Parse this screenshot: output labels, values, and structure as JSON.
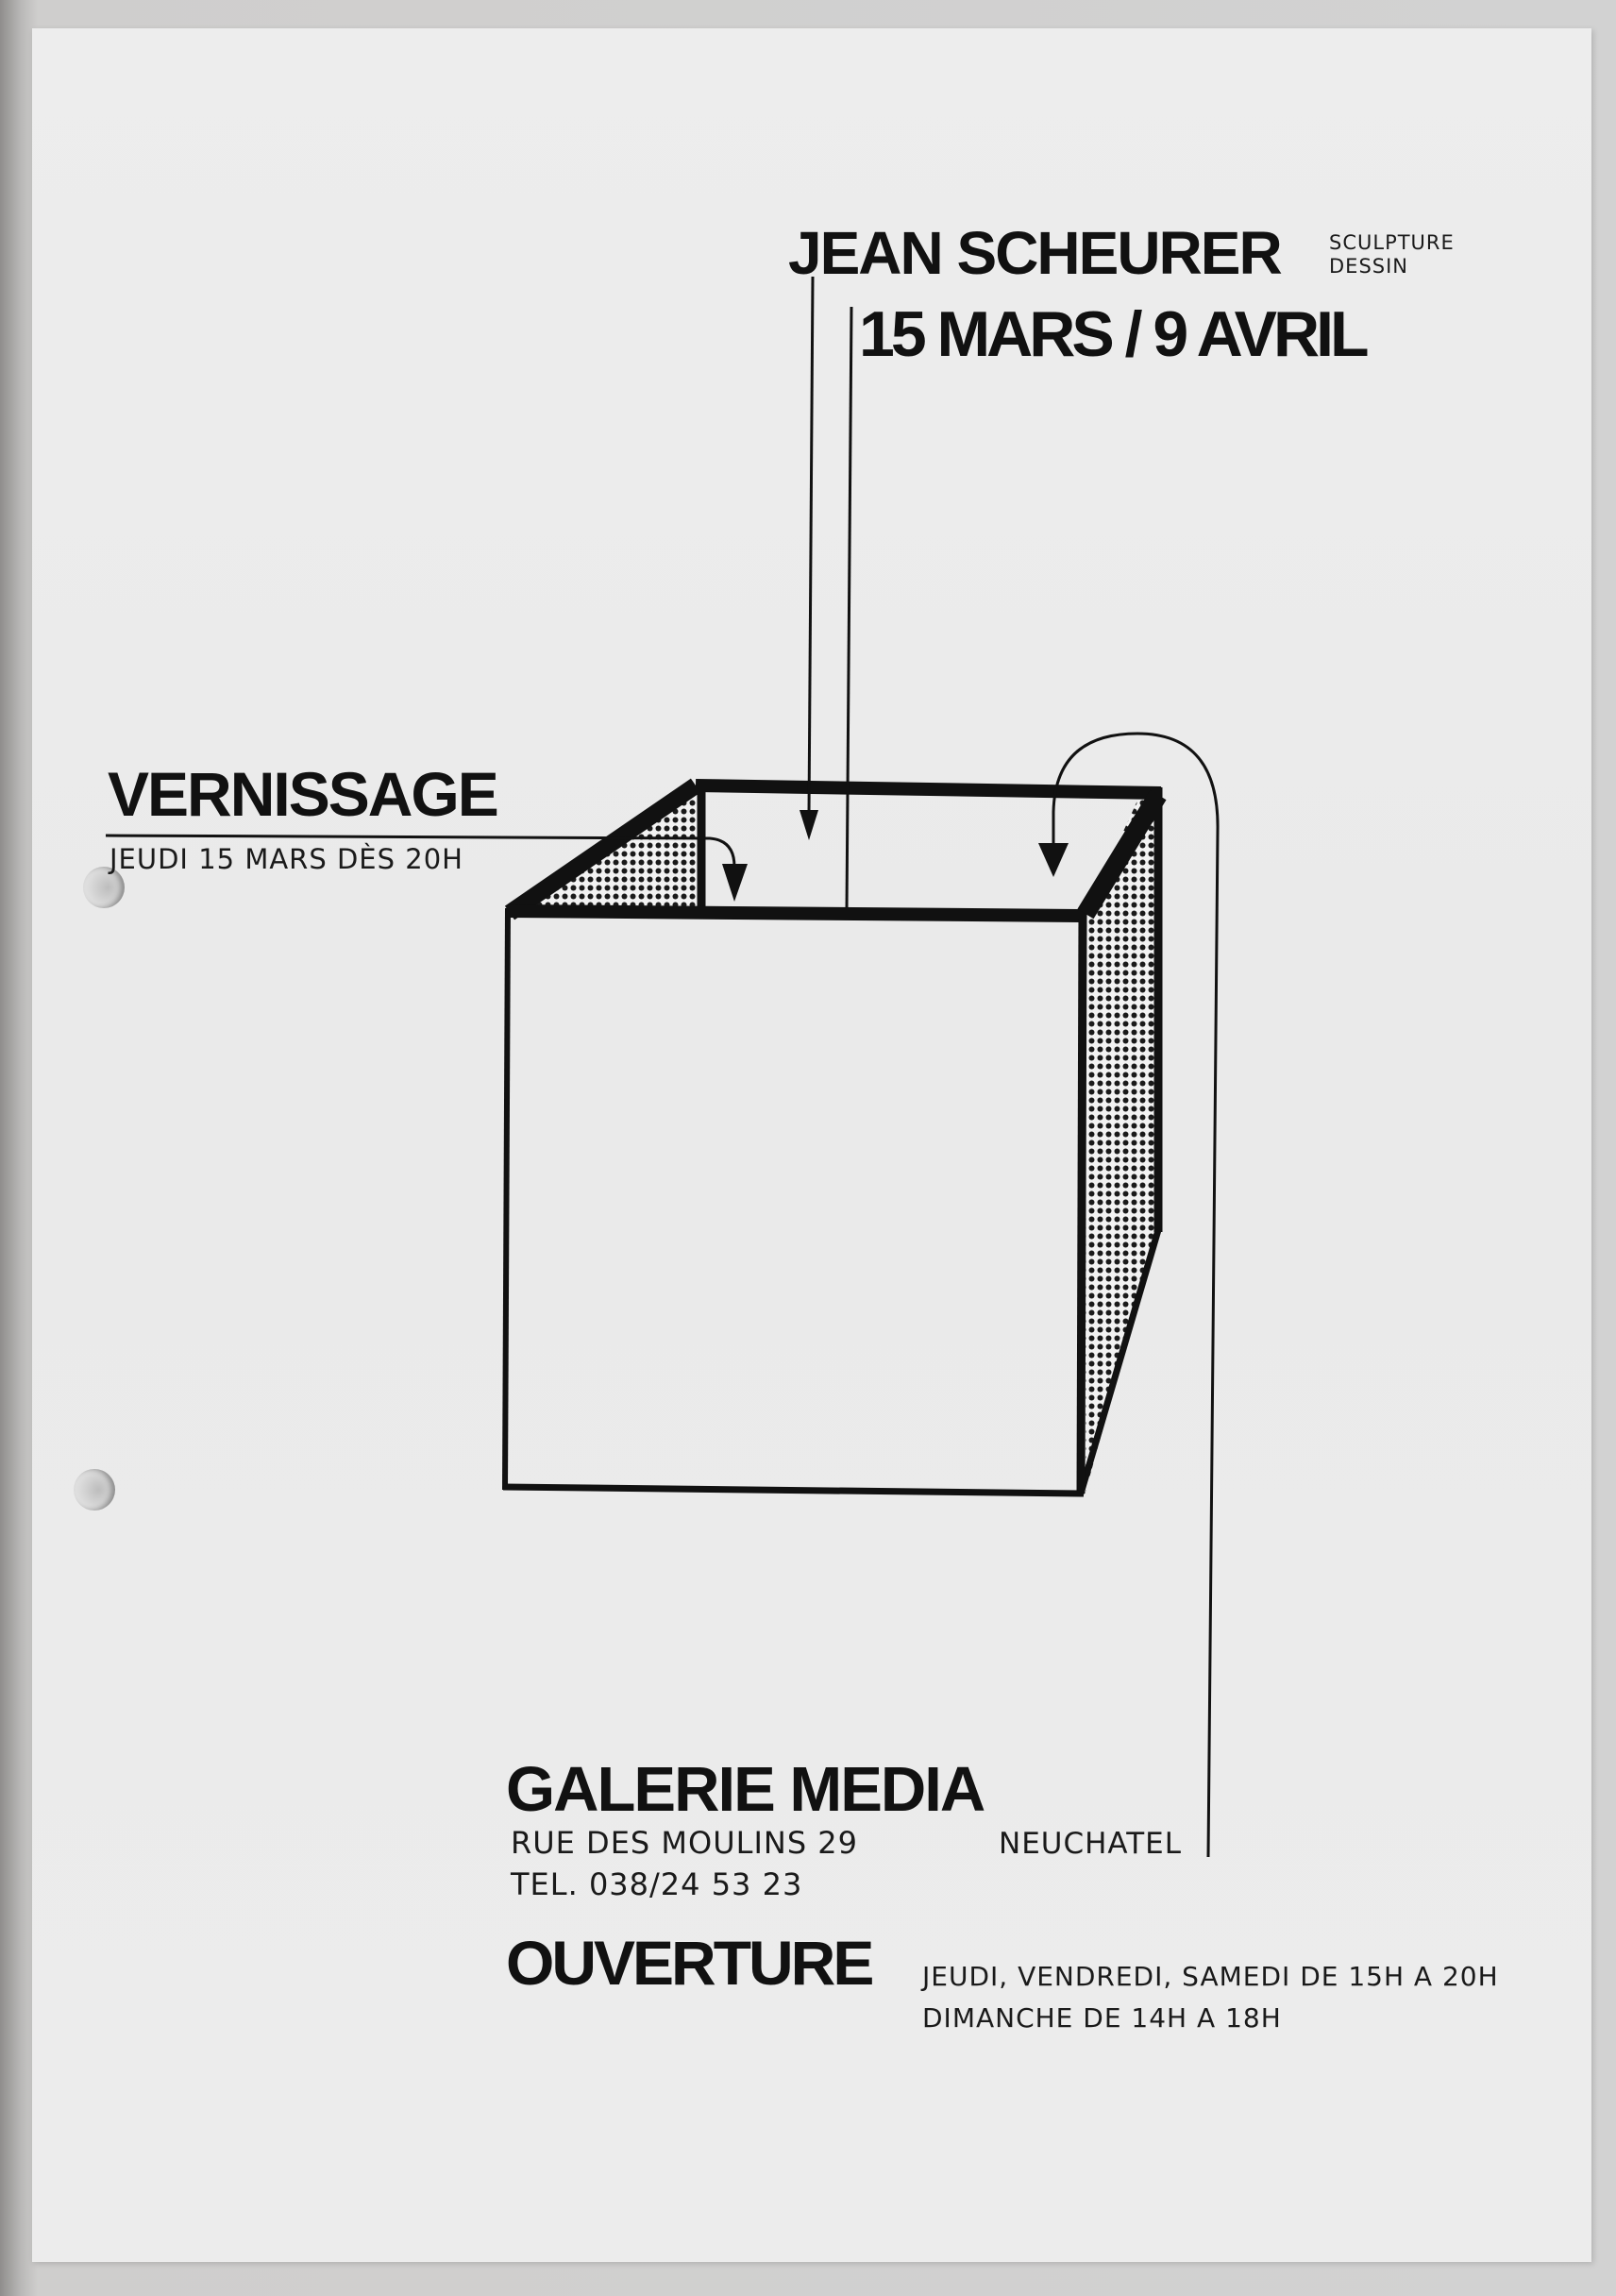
{
  "poster": {
    "artist": "JEAN SCHEURER",
    "disciplines": [
      "SCULPTURE",
      "DESSIN"
    ],
    "dates": "15 MARS / 9 AVRIL",
    "vernissage": {
      "title": "VERNISSAGE",
      "detail": "JEUDI 15 MARS DÈS 20H"
    },
    "gallery": {
      "name": "GALERIE MEDIA",
      "address": "RUE DES MOULINS 29",
      "city": "NEUCHATEL",
      "phone": "TEL. 038/24 53 23"
    },
    "opening_hours": {
      "title": "OUVERTURE",
      "line1": "JEUDI, VENDREDI, SAMEDI DE 15H A 20H",
      "line2": "DIMANCHE DE 14H A 18H"
    }
  },
  "colors": {
    "paper": "#ececec",
    "ink": "#111111",
    "background": "#d2d2d2"
  }
}
